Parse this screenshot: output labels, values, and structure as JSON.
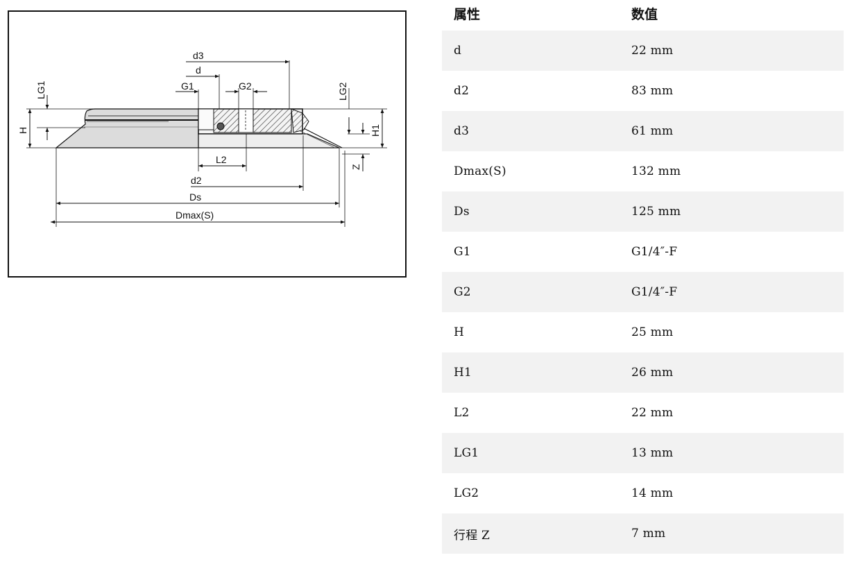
{
  "drawing": {
    "labels": {
      "d3": "d3",
      "d": "d",
      "G1": "G1",
      "G2": "G2",
      "LG1": "LG1",
      "LG2": "LG2",
      "H": "H",
      "H1": "H1",
      "Z": "Z",
      "L2": "L2",
      "d2": "d2",
      "Ds": "Ds",
      "Dmax": "Dmax(S)"
    }
  },
  "table": {
    "headers": [
      "属性",
      "数值"
    ],
    "rows": [
      {
        "name": "d",
        "value": "22 mm"
      },
      {
        "name": "d2",
        "value": "83 mm"
      },
      {
        "name": "d3",
        "value": "61 mm"
      },
      {
        "name": "Dmax(S)",
        "value": "132 mm"
      },
      {
        "name": "Ds",
        "value": "125 mm"
      },
      {
        "name": "G1",
        "value": "G1/4″-F"
      },
      {
        "name": "G2",
        "value": "G1/4″-F"
      },
      {
        "name": "H",
        "value": "25 mm"
      },
      {
        "name": "H1",
        "value": "26 mm"
      },
      {
        "name": "L2",
        "value": "22 mm"
      },
      {
        "name": "LG1",
        "value": "13 mm"
      },
      {
        "name": "LG2",
        "value": "14 mm"
      },
      {
        "name": "行程 Z",
        "value": "7 mm"
      }
    ]
  }
}
